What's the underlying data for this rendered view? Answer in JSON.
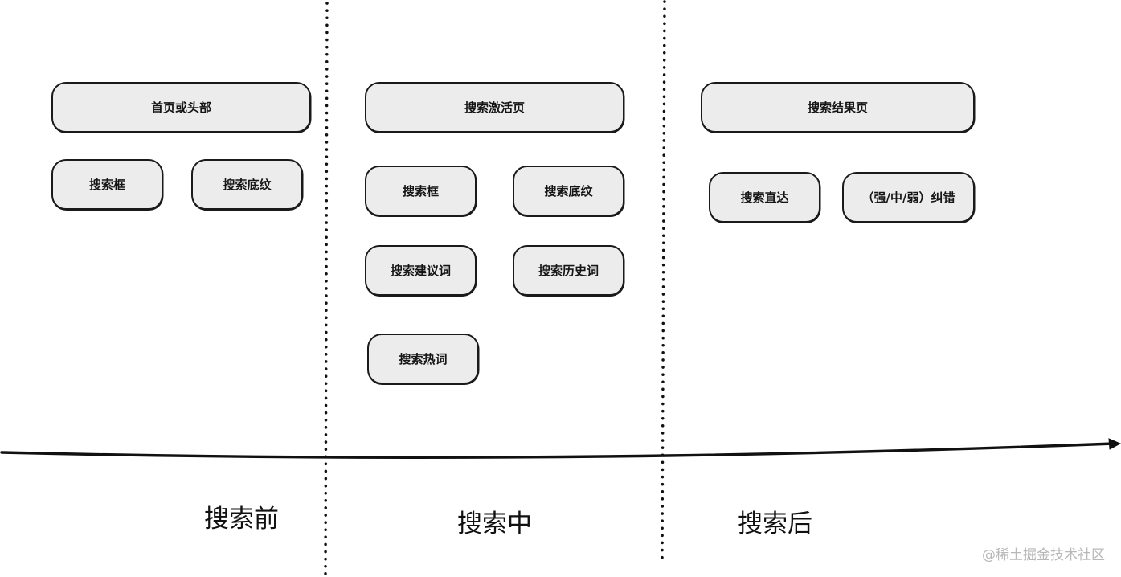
{
  "stages": {
    "before": {
      "label": "搜索前",
      "page": "首页或头部",
      "items": [
        "搜索框",
        "搜索底纹"
      ]
    },
    "during": {
      "label": "搜索中",
      "page": "搜索激活页",
      "items": [
        "搜索框",
        "搜索底纹",
        "搜索建议词",
        "搜索历史词",
        "搜索热词"
      ]
    },
    "after": {
      "label": "搜索后",
      "page": "搜索结果页",
      "items": [
        "搜索直达",
        "（强/中/弱）纠错"
      ]
    }
  },
  "watermark": "@稀土掘金技术社区",
  "colors": {
    "box_fill": "#ececec",
    "box_stroke": "#1a1a1a",
    "line": "#111111",
    "watermark": "#b8b8b8"
  }
}
